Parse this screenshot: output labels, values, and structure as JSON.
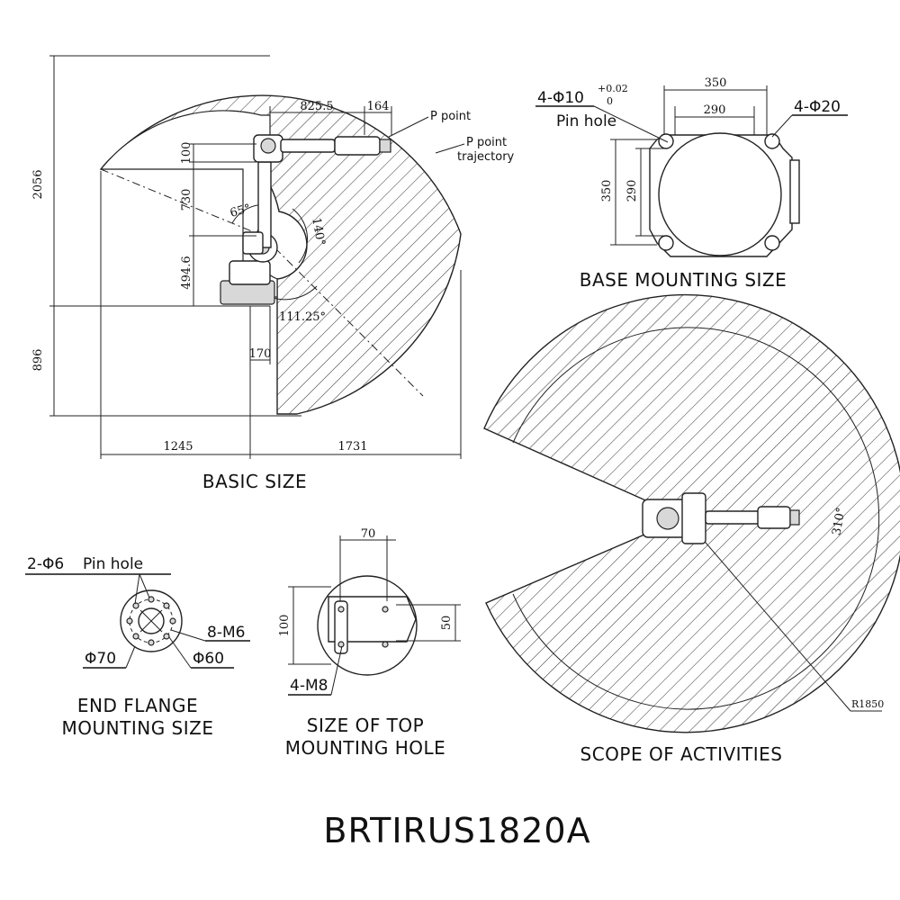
{
  "model": "BRTIRUS1820A",
  "basic_size": {
    "caption": "BASIC SIZE",
    "p_point": "P point",
    "p_point_trajectory_line1": "P point",
    "p_point_trajectory_line2": "trajectory",
    "dims": {
      "reach": "825.5",
      "flange_offset": "164",
      "h_upper": "100",
      "h_arm": "730",
      "h_base": "494.6",
      "h_total": "2056",
      "h_below": "896",
      "w_left": "1245",
      "w_right": "1731",
      "w_base": "170",
      "angle_a": "65°",
      "angle_b": "140°",
      "angle_c": "111.25°"
    }
  },
  "base_mounting": {
    "caption": "BASE MOUNTING SIZE",
    "pin_hole_spec": "4-Φ10",
    "tol_upper": "+0.02",
    "tol_lower": "0",
    "pin_hole_label": "Pin hole",
    "bolt_spec": "4-Φ20",
    "w_outer": "350",
    "w_inner": "290",
    "h_outer": "350",
    "h_inner": "290"
  },
  "end_flange": {
    "caption_line1": "END FLANGE",
    "caption_line2": "MOUNTING SIZE",
    "pin_spec": "2-Φ6",
    "pin_label": "Pin hole",
    "thread": "8-M6",
    "d_outer": "Φ70",
    "d_pcd": "Φ60"
  },
  "top_mounting": {
    "caption_line1": "SIZE OF TOP",
    "caption_line2": "MOUNTING HOLE",
    "width": "70",
    "h_outer": "100",
    "h_inner": "50",
    "thread": "4-M8"
  },
  "scope": {
    "caption": "SCOPE OF ACTIVITIES",
    "angle": "310°",
    "radius": "R1850"
  },
  "colors": {
    "line": "#222222",
    "hatch": "#333333",
    "background": "#ffffff"
  }
}
